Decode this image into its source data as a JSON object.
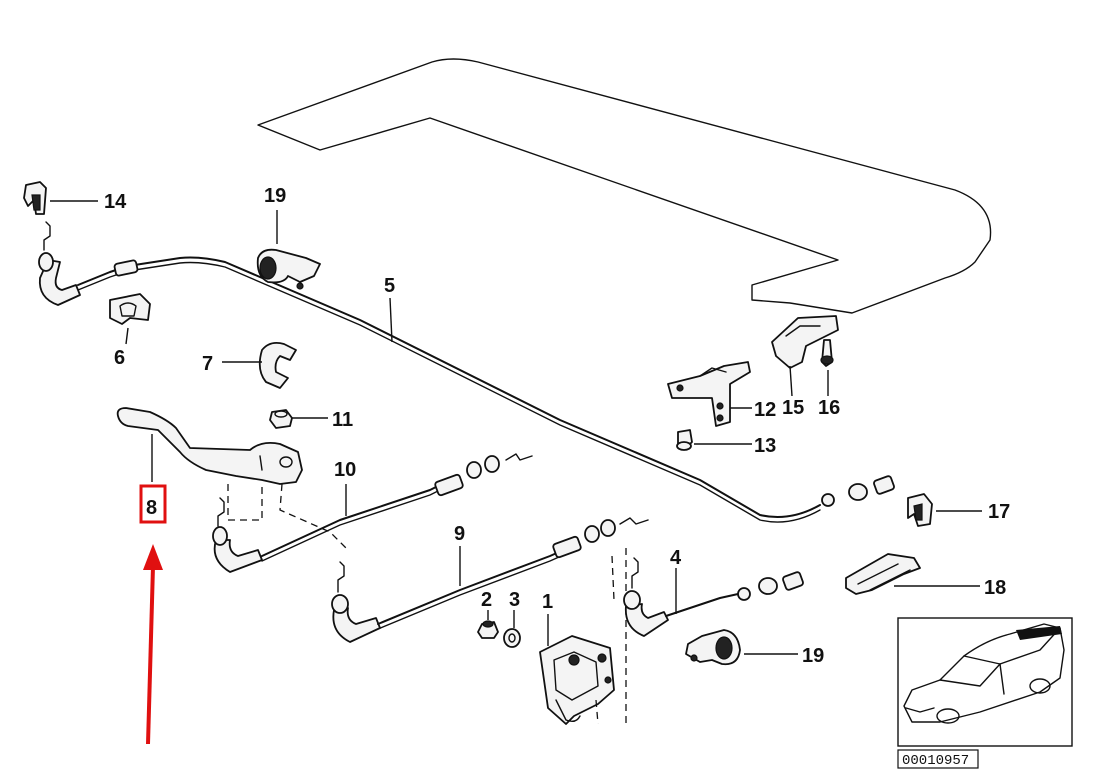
{
  "callouts": {
    "c1": "1",
    "c2": "2",
    "c3": "3",
    "c4": "4",
    "c5": "5",
    "c6": "6",
    "c7": "7",
    "c8": "8",
    "c9": "9",
    "c10": "10",
    "c11": "11",
    "c12": "12",
    "c13": "13",
    "c14": "14",
    "c15": "15",
    "c16": "16",
    "c17": "17",
    "c18": "18",
    "c19a": "19",
    "c19b": "19"
  },
  "highlight": {
    "part": "8",
    "box_color": "#e01010",
    "arrow_color": "#e01010"
  },
  "thumbnail": {
    "code": "00010957"
  }
}
